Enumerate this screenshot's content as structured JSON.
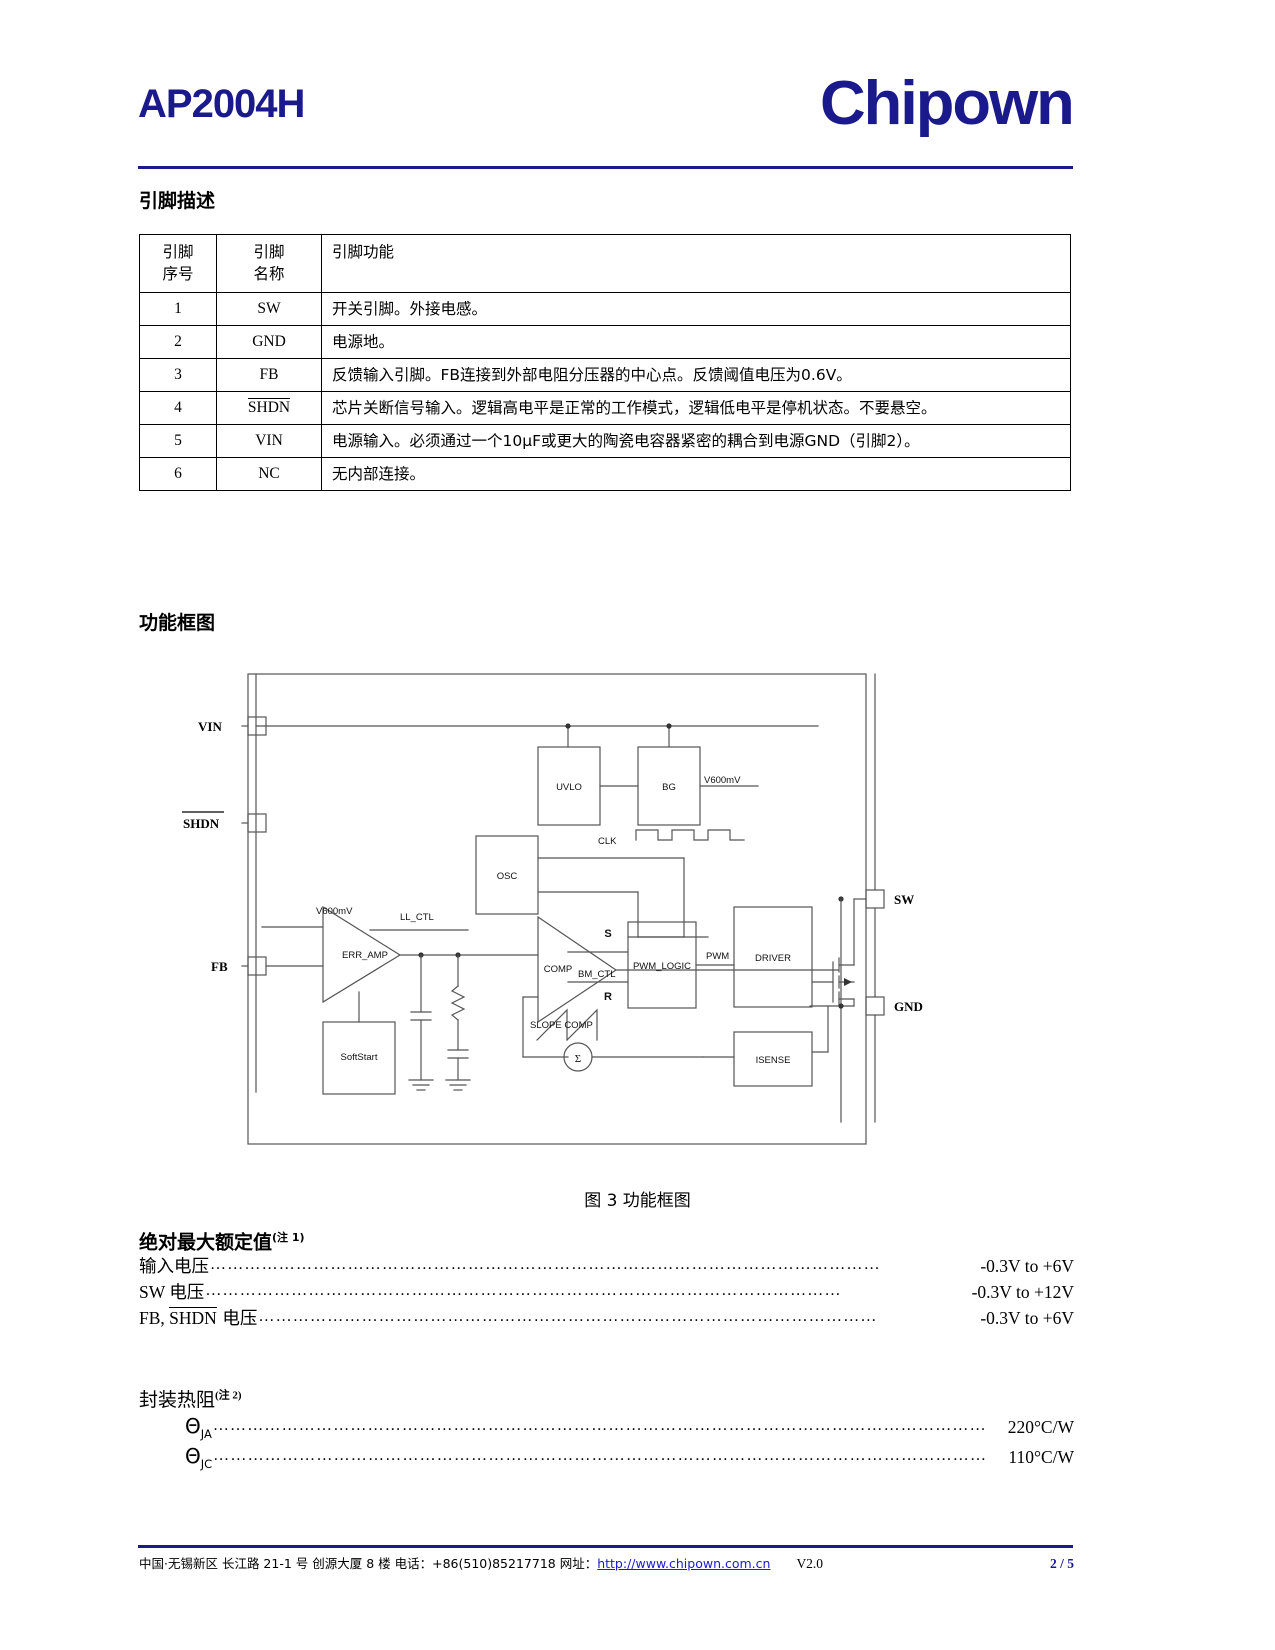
{
  "header": {
    "part_number": "AP2004H",
    "brand": "Chipown",
    "brand_accent": "#1a1a8c"
  },
  "sections": {
    "pin_description_title": "引脚描述",
    "block_diagram_title": "功能框图"
  },
  "pin_table": {
    "headers": [
      "引脚\n序号",
      "引脚\n名称",
      "引脚功能"
    ],
    "header_no_line1": "引脚",
    "header_no_line2": "序号",
    "header_name_line1": "引脚",
    "header_name_line2": "名称",
    "header_function": "引脚功能",
    "rows": [
      {
        "no": "1",
        "name": "SW",
        "overline": false,
        "function": "开关引脚。外接电感。"
      },
      {
        "no": "2",
        "name": "GND",
        "overline": false,
        "function": "电源地。"
      },
      {
        "no": "3",
        "name": "FB",
        "overline": false,
        "function": "反馈输入引脚。FB连接到外部电阻分压器的中心点。反馈阈值电压为0.6V。"
      },
      {
        "no": "4",
        "name": "SHDN",
        "overline": true,
        "function": "芯片关断信号输入。逻辑高电平是正常的工作模式，逻辑低电平是停机状态。不要悬空。"
      },
      {
        "no": "5",
        "name": "VIN",
        "overline": false,
        "function": "电源输入。必须通过一个10μF或更大的陶瓷电容器紧密的耦合到电源GND（引脚2）。"
      },
      {
        "no": "6",
        "name": "NC",
        "overline": false,
        "function": "无内部连接。"
      }
    ]
  },
  "block_diagram": {
    "caption": "图 3 功能框图",
    "pins": [
      {
        "name": "VIN",
        "overline": false
      },
      {
        "name": "SHDN",
        "overline": true
      },
      {
        "name": "FB",
        "overline": false
      },
      {
        "name": "SW",
        "overline": false
      },
      {
        "name": "GND",
        "overline": false
      }
    ],
    "blocks": [
      "UVLO",
      "BG",
      "OSC",
      "ERR_AMP",
      "SoftStart",
      "COMP",
      "PWM_LOGIC",
      "DRIVER",
      "ISENSE"
    ],
    "signal_labels": [
      "V600mV",
      "CLK",
      "LL_CTL",
      "V600mV",
      "BM_CTL",
      "S",
      "R",
      "PWM",
      "SLOPE COMP"
    ],
    "labels": {
      "uvlo": "UVLO",
      "bg": "BG",
      "osc": "OSC",
      "err_amp": "ERR_AMP",
      "softstart": "SoftStart",
      "comp": "COMP",
      "pwm_logic": "PWM_LOGIC",
      "driver": "DRIVER",
      "isense": "ISENSE",
      "v600mv_right": "V600mV",
      "v600mv_left": "V600mV",
      "clk": "CLK",
      "ll_ctl": "LL_CTL",
      "bm_ctl": "BM_CTL",
      "s": "S",
      "r": "R",
      "pwm": "PWM",
      "slope_comp": "SLOPE COMP",
      "sigma": "Σ",
      "pin_vin": "VIN",
      "pin_shdn": "SHDN",
      "pin_fb": "FB",
      "pin_sw": "SW",
      "pin_gnd": "GND"
    }
  },
  "absolute_max_ratings": {
    "title": "绝对最大额定值",
    "title_note": "(注 1)",
    "items": [
      {
        "label": "输入电压",
        "value": "-0.3V to +6V"
      },
      {
        "label_pre": "SW ",
        "label": "SW 电压",
        "value": "-0.3V to +12V"
      },
      {
        "label": "FB, SHDN 电压",
        "label_a": "FB, ",
        "label_overline": "SHDN",
        "label_b": " 电压",
        "value": "-0.3V to +6V"
      }
    ]
  },
  "thermal": {
    "title": "封装热阻",
    "title_note": "(注 2)",
    "items": [
      {
        "symbol": "Θ",
        "subscript": "JA",
        "value": "220°C/W"
      },
      {
        "symbol": "Θ",
        "subscript": "JC",
        "value": "110°C/W"
      }
    ]
  },
  "footer": {
    "address": "中国·无锡新区 长江路 21-1 号 创源大厦 8 楼 电话：+86(510)85217718   网址：",
    "url": "http://www.chipown.com.cn",
    "version": "V2.0",
    "page": "2 / 5"
  }
}
